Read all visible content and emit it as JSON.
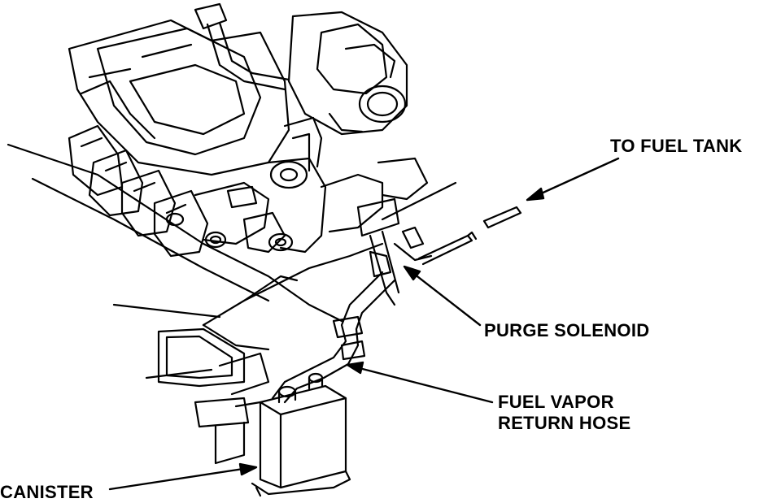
{
  "labels": {
    "fuel_tank": "TO FUEL TANK",
    "purge_solenoid": "PURGE SOLENOID",
    "vapor_hose_line1": "FUEL VAPOR",
    "vapor_hose_line2": "RETURN HOSE",
    "canister": "CANISTER"
  },
  "colors": {
    "ink": "#000000",
    "paper": "#ffffff"
  }
}
